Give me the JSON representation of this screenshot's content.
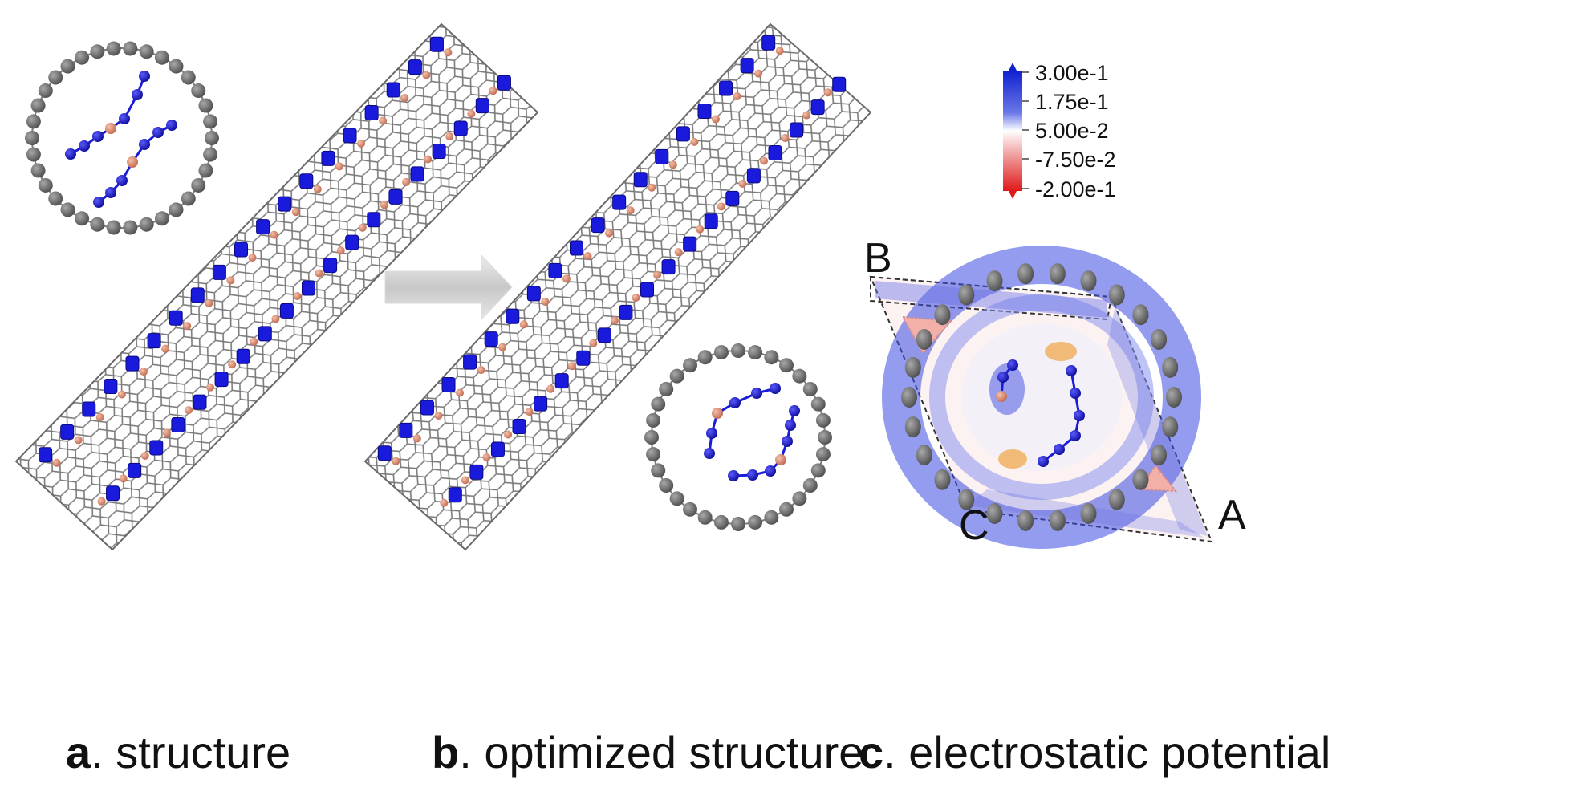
{
  "panels": [
    {
      "letter": "a",
      "title": "structure"
    },
    {
      "letter": "b",
      "title": "optimized structure"
    },
    {
      "letter": "c",
      "title": "electrostatic potential"
    }
  ],
  "colorbar": {
    "labels": [
      "3.00e-1",
      "1.75e-1",
      "5.00e-2",
      "-7.50e-2",
      "-2.00e-1"
    ],
    "colors": {
      "max": "#1020d0",
      "mid": "#ffffff",
      "min": "#e01818"
    }
  },
  "cell_corners": {
    "b": "B",
    "c": "C",
    "a": "A"
  },
  "colors": {
    "carbon": "#6e6e6e",
    "nitrogen": "#1a1adc",
    "boron": "#e3957a",
    "arrow": "#cfcfcf"
  }
}
